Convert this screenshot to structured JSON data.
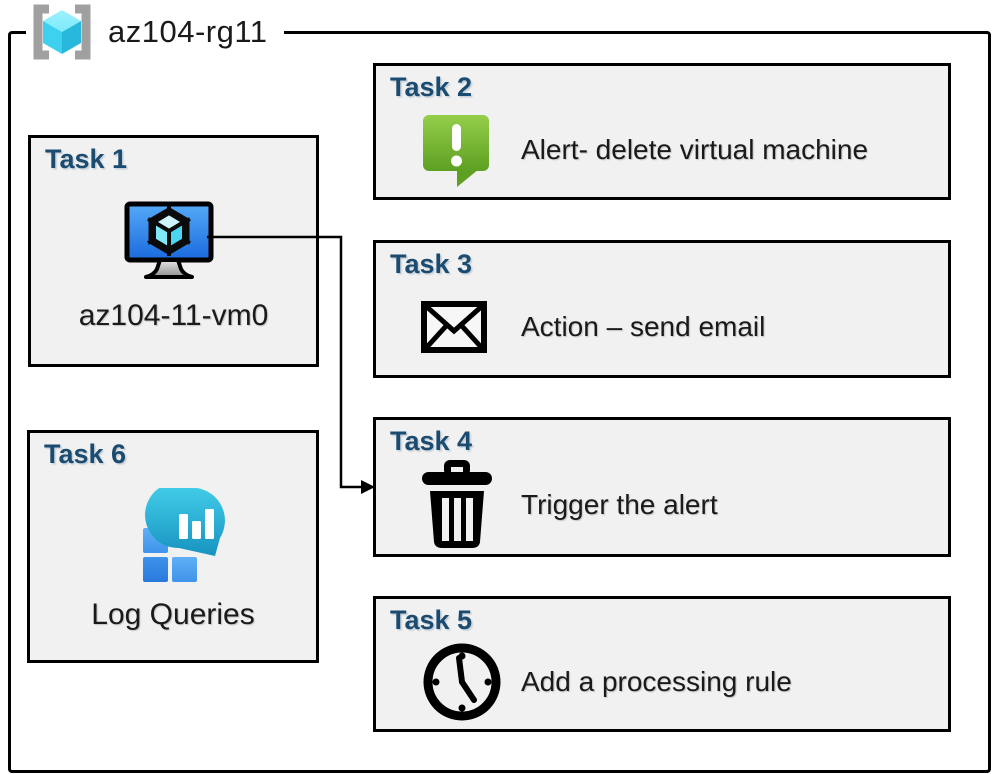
{
  "group": {
    "label": "az104-rg11",
    "icon": "resource-group-icon"
  },
  "tasks": [
    {
      "label": "Task 1",
      "caption": "az104-11-vm0",
      "icon": "virtual-machine-icon"
    },
    {
      "label": "Task 2",
      "caption": "Alert- delete virtual machine",
      "icon": "alert-icon"
    },
    {
      "label": "Task 3",
      "caption": "Action – send email",
      "icon": "email-icon"
    },
    {
      "label": "Task 4",
      "caption": "Trigger the alert",
      "icon": "trash-icon"
    },
    {
      "label": "Task 5",
      "caption": "Add a processing rule",
      "icon": "clock-icon"
    },
    {
      "label": "Task 6",
      "caption": "Log Queries",
      "icon": "log-queries-icon"
    }
  ],
  "connections": [
    {
      "from": "Task 1",
      "to": "Task 4"
    }
  ],
  "colors": {
    "heading_navy": "#1c4b70",
    "box_fill": "#f1f1f1",
    "border_black": "#000000",
    "alert_green": "#6fb52c",
    "vm_screen_blue": "#2e7fe3",
    "log_teal": "#28b6dc",
    "cube_cyan": "#50e6ff",
    "bracket_gray": "#a0a0a0"
  }
}
